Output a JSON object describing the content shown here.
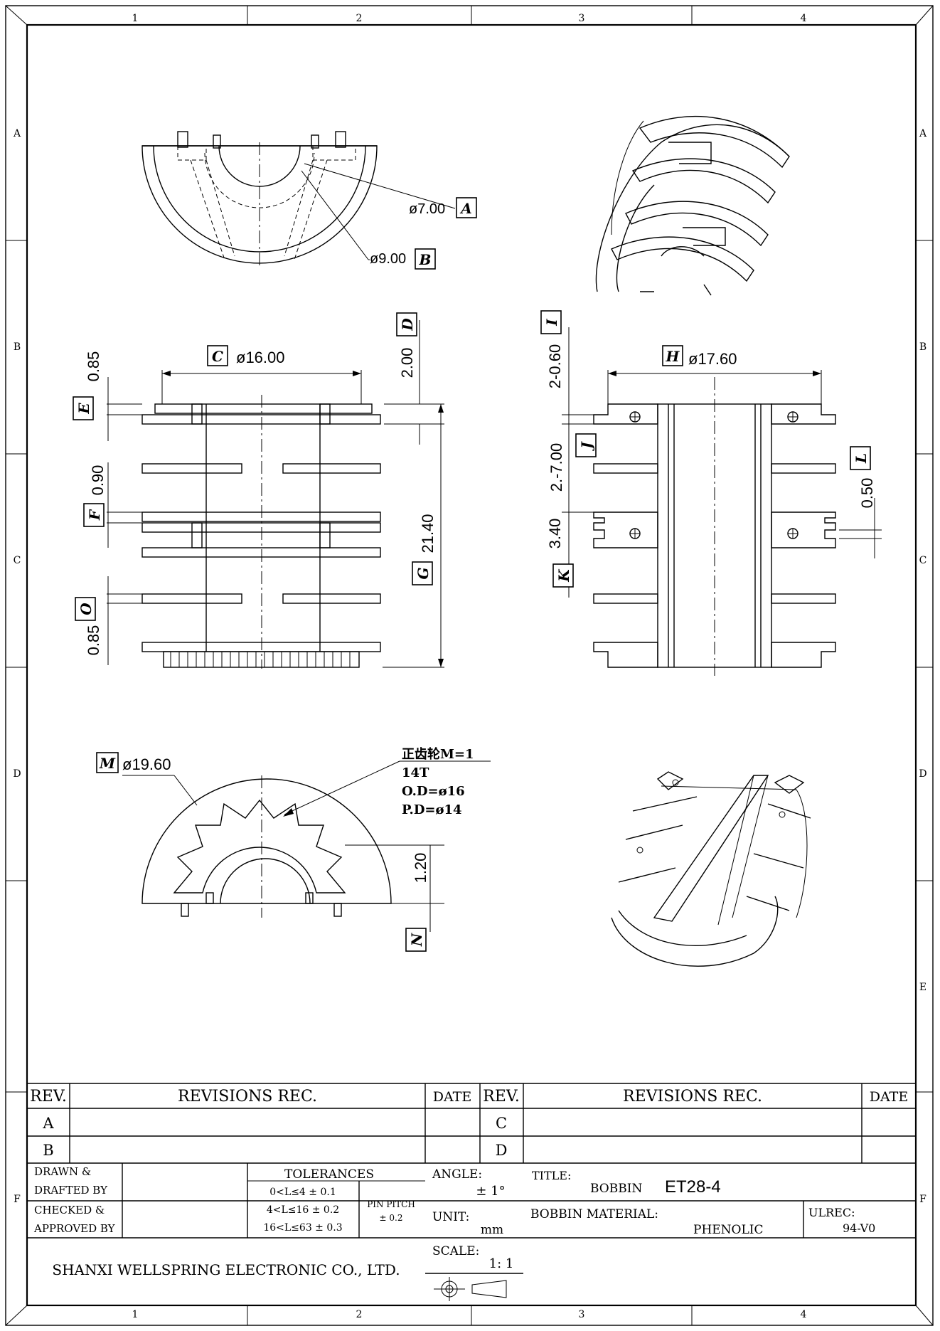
{
  "border": {
    "columns": [
      "1",
      "2",
      "3",
      "4"
    ],
    "rows_left": [
      "A",
      "B",
      "C",
      "D",
      "F"
    ],
    "rows_right": [
      "A",
      "B",
      "C",
      "D",
      "E",
      "F"
    ]
  },
  "dimensions": {
    "A": {
      "letter": "A",
      "value": "ø7.00"
    },
    "B": {
      "letter": "B",
      "value": "ø9.00"
    },
    "C": {
      "letter": "C",
      "value": "ø16.00"
    },
    "D": {
      "letter": "D",
      "value": "2.00"
    },
    "E": {
      "letter": "E",
      "value": "0.85"
    },
    "F": {
      "letter": "F",
      "value": "0.90"
    },
    "G": {
      "letter": "G",
      "value": "21.40"
    },
    "O": {
      "letter": "O",
      "value": "0.85"
    },
    "H": {
      "letter": "H",
      "value": "ø17.60"
    },
    "I": {
      "letter": "I",
      "value": "2-0.60"
    },
    "J": {
      "letter": "J",
      "value": "2.-7.00"
    },
    "K": {
      "letter": "K",
      "value": "3.40"
    },
    "L": {
      "letter": "L",
      "value": "0.50"
    },
    "M": {
      "letter": "M",
      "value": "ø19.60"
    },
    "N": {
      "letter": "N",
      "value": "1.20"
    }
  },
  "gear_note": [
    "正齿轮M=1",
    "14T",
    "O.D=ø16",
    "P.D=ø14"
  ],
  "revisions": {
    "rev_header": "REV.",
    "rec_header": "REVISIONS REC.",
    "date_header": "DATE",
    "left_revs": [
      "A",
      "B"
    ],
    "right_revs": [
      "C",
      "D"
    ]
  },
  "title_block": {
    "drawn_label": "DRAWN  &",
    "drafted_label": "DRAFTED BY",
    "checked_label": "CHECKED  &",
    "approved_label": "APPROVED BY",
    "tolerances_label": "TOLERANCES",
    "tolerance_rows": [
      "0<L≤4  ± 0.1",
      "4<L≤16 ± 0.2",
      "16<L≤63 ± 0.3"
    ],
    "pin_pitch_label": "PIN PITCH",
    "pin_pitch_value": "± 0.2",
    "angle_label": "ANGLE:",
    "angle_value": "± 1°",
    "unit_label": "UNIT:",
    "unit_value": "mm",
    "scale_label": "SCALE:",
    "scale_value": "1: 1",
    "title_label": "TITLE:",
    "title_value": "BOBBIN",
    "part_number": "ET28-4",
    "material_label": "BOBBIN MATERIAL:",
    "material_value": "PHENOLIC",
    "ulrec_label": "ULREC:",
    "ulrec_value": "94-V0",
    "company": "SHANXI WELLSPRING ELECTRONIC CO., LTD."
  }
}
